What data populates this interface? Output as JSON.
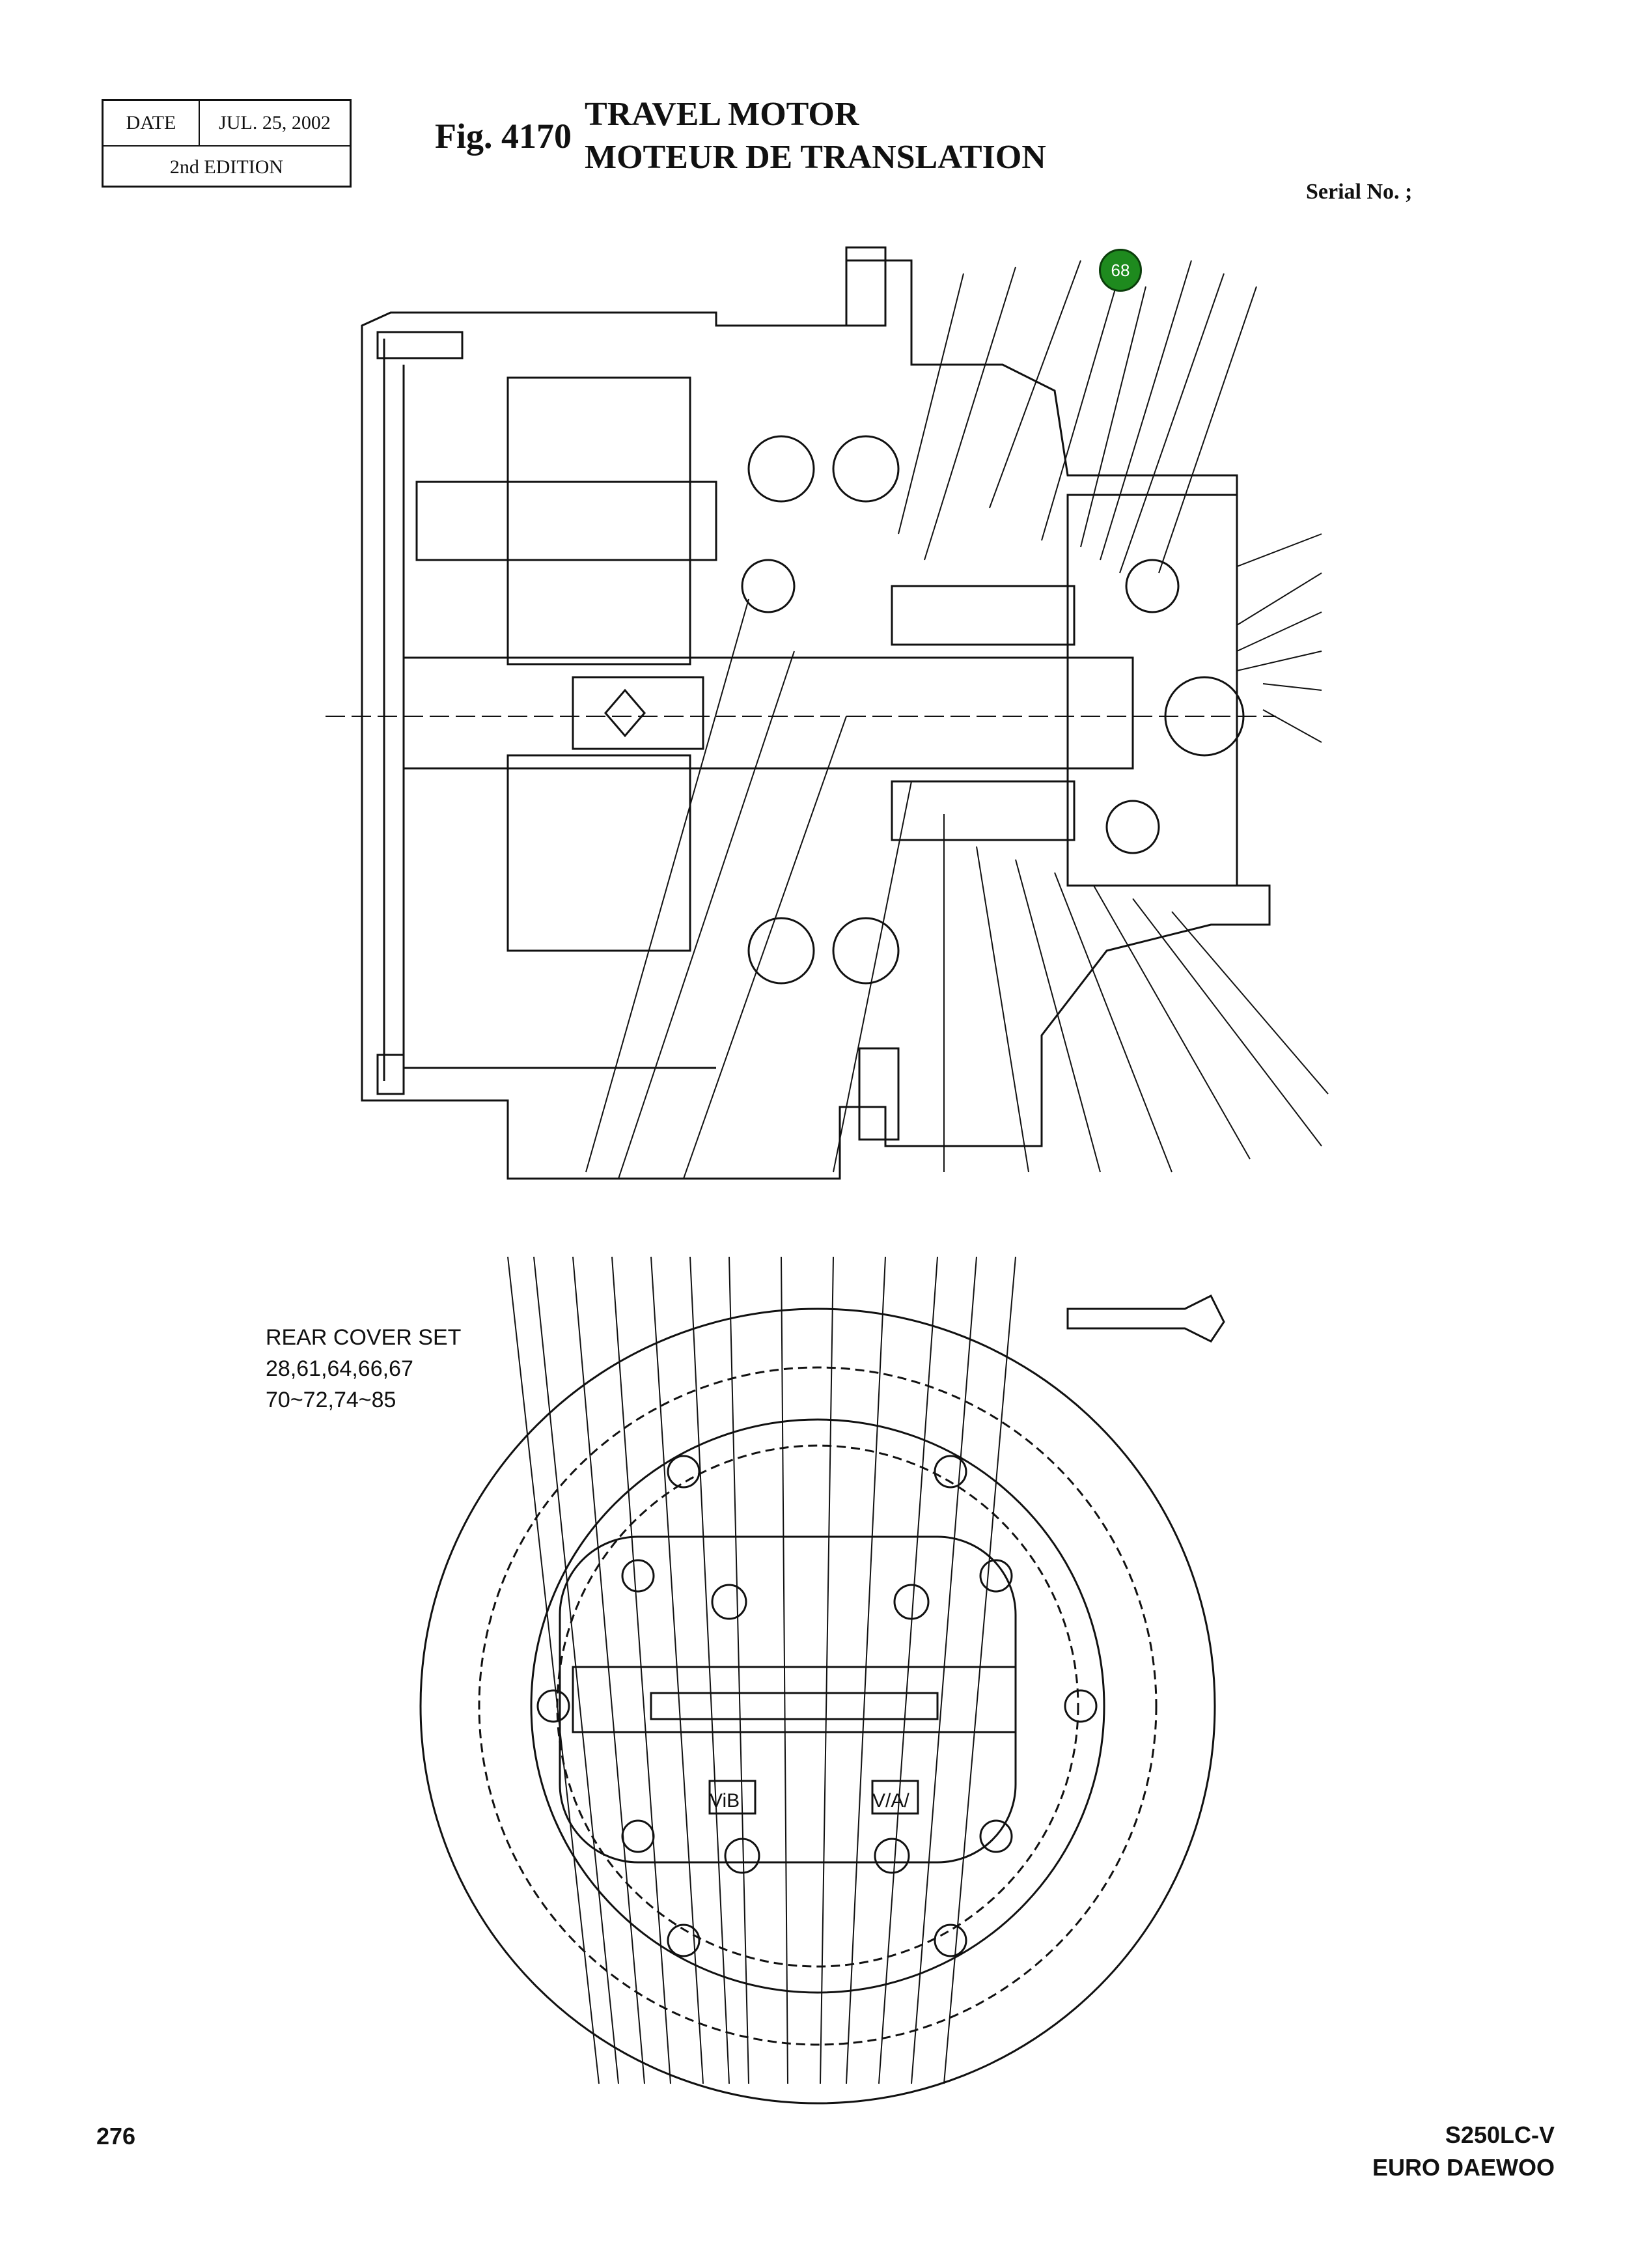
{
  "header": {
    "date_label": "DATE",
    "date_value": "JUL. 25, 2002",
    "edition": "2nd  EDITION",
    "fig_number": "Fig. 4170",
    "title_en": "TRAVEL MOTOR",
    "title_fr": "MOTEUR DE TRANSLATION",
    "serial_label": "Serial No. ;"
  },
  "callouts": [
    {
      "label": "68",
      "color": "#1e8a1e"
    }
  ],
  "rear_cover": {
    "line1": "REAR COVER SET",
    "line2": "28,61,64,66,67",
    "line3": "70~72,74~85"
  },
  "port_labels": {
    "left": "ViB",
    "right": "V/A/"
  },
  "footer": {
    "page_number": "276",
    "model_line1": "S250LC-V",
    "model_line2": "EURO DAEWOO"
  }
}
